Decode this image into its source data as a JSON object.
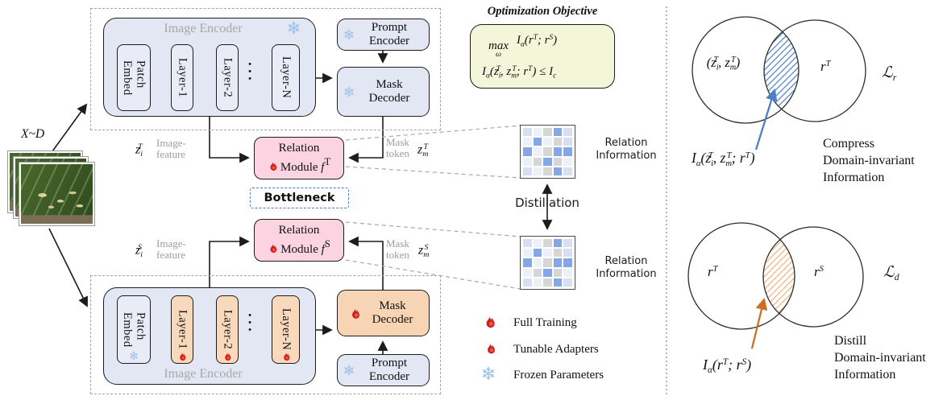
{
  "palette": {
    "B": "#84a7e5",
    "L": "#d7e0f2",
    "W": "#eef0f7",
    "G": "#d6d6d5"
  },
  "input": {
    "dist_html": "<i>X</i>~<i>D</i>"
  },
  "teacher": {
    "box_label": "Image Encoder",
    "patch_html": "Patch<br>Embed",
    "layer1": "Layer-1",
    "layer2": "Layer-2",
    "dots_html": "&bull;<br>&bull;<br>&bull;",
    "layerN": "Layer-N",
    "prompt": "Prompt Encoder",
    "mask": "Mask Decoder",
    "rel1": "Relation",
    "rel2_html": "Module <i>f</i><sup>T</sup>",
    "zi_html": "z<sub>i</sub><sup class=\"ov\">T</sup>",
    "zi_label": "Image-feature",
    "zm_html": "z<sub>m</sub><sup class=\"ov\">T</sup>",
    "zm_label": "Mask token"
  },
  "student": {
    "box_label": "Image Encoder",
    "patch_html": "Patch<br>Embed",
    "layer1": "Layer-1",
    "layer2": "Layer-2",
    "dots_html": "&bull;<br>&bull;<br>&bull;",
    "layerN": "Layer-N",
    "prompt": "Prompt Encoder",
    "mask": "Mask Decoder",
    "rel1": "Relation",
    "rel2_html": "Module <i>f</i><sup>S</sup>",
    "zi_html": "z<sub>i</sub><sup class=\"ov\">S</sup>",
    "zi_label": "Image-feature",
    "zm_html": "z<sub>m</sub><sup class=\"ov\">S</sup>",
    "zm_label": "Mask token"
  },
  "bottleneck": "Bottleneck",
  "objective": {
    "title": "Optimization Objective",
    "line1_html": "<span class=\"mx\">max<span class=\"mxu\">ω</span></span>I<sub>α</sub>(r<sup>T</sup>; r<sup>S</sup>)",
    "line2_html": "I<sub>α</sub>(z<sub>i</sub><sup class=\"ov\">T</sup>, z<sub>m</sub><sup class=\"ov\">T</sup>; r<sup>T</sup>) ≤ I<sub>c</sub>"
  },
  "distillation": {
    "label": "Distillation",
    "relation_info_top": "Relation Information",
    "relation_info_bottom": "Relation Information",
    "matrix_top": [
      "L",
      "W",
      "G",
      "B",
      "L",
      "W",
      "B",
      "W",
      "G",
      "L",
      "B",
      "W",
      "G",
      "B",
      "B",
      "W",
      "G",
      "B",
      "G",
      "W",
      "L",
      "W",
      "G",
      "B",
      "L"
    ],
    "matrix_bottom": [
      "L",
      "W",
      "G",
      "B",
      "L",
      "W",
      "B",
      "W",
      "G",
      "L",
      "B",
      "W",
      "G",
      "B",
      "B",
      "W",
      "G",
      "B",
      "G",
      "W",
      "L",
      "W",
      "G",
      "B",
      "L"
    ]
  },
  "legend": {
    "full_training": "Full Training",
    "tunable_adapters": "Tunable Adapters",
    "frozen_parameters": "Frozen Parameters"
  },
  "venn_top": {
    "left_html": "(z<sub>i</sub><sup class=\"ov\">T</sup>, z<sub>m</sub><sup class=\"ov\">T</sup>)",
    "right_html": "r<sup>T</sup>",
    "loss_html": "ℒ<sub>r</sub>",
    "formula_html": "I<sub>α</sub>(z<sub>i</sub><sup class=\"ov\">T</sup>, z<sub>m</sub><sup class=\"ov\">T</sup>; r<sup>T</sup>)",
    "caption_html": "Compress<br>Domain-invariant<br>Information"
  },
  "venn_bottom": {
    "left_html": "r<sup>T</sup>",
    "right_html": "r<sup>S</sup>",
    "loss_html": "ℒ<sub>d</sub>",
    "formula_html": "I<sub>α</sub>(r<sup>T</sup>; r<sup>S</sup>)",
    "caption_html": "Distill<br>Domain-invariant<br>Information"
  }
}
